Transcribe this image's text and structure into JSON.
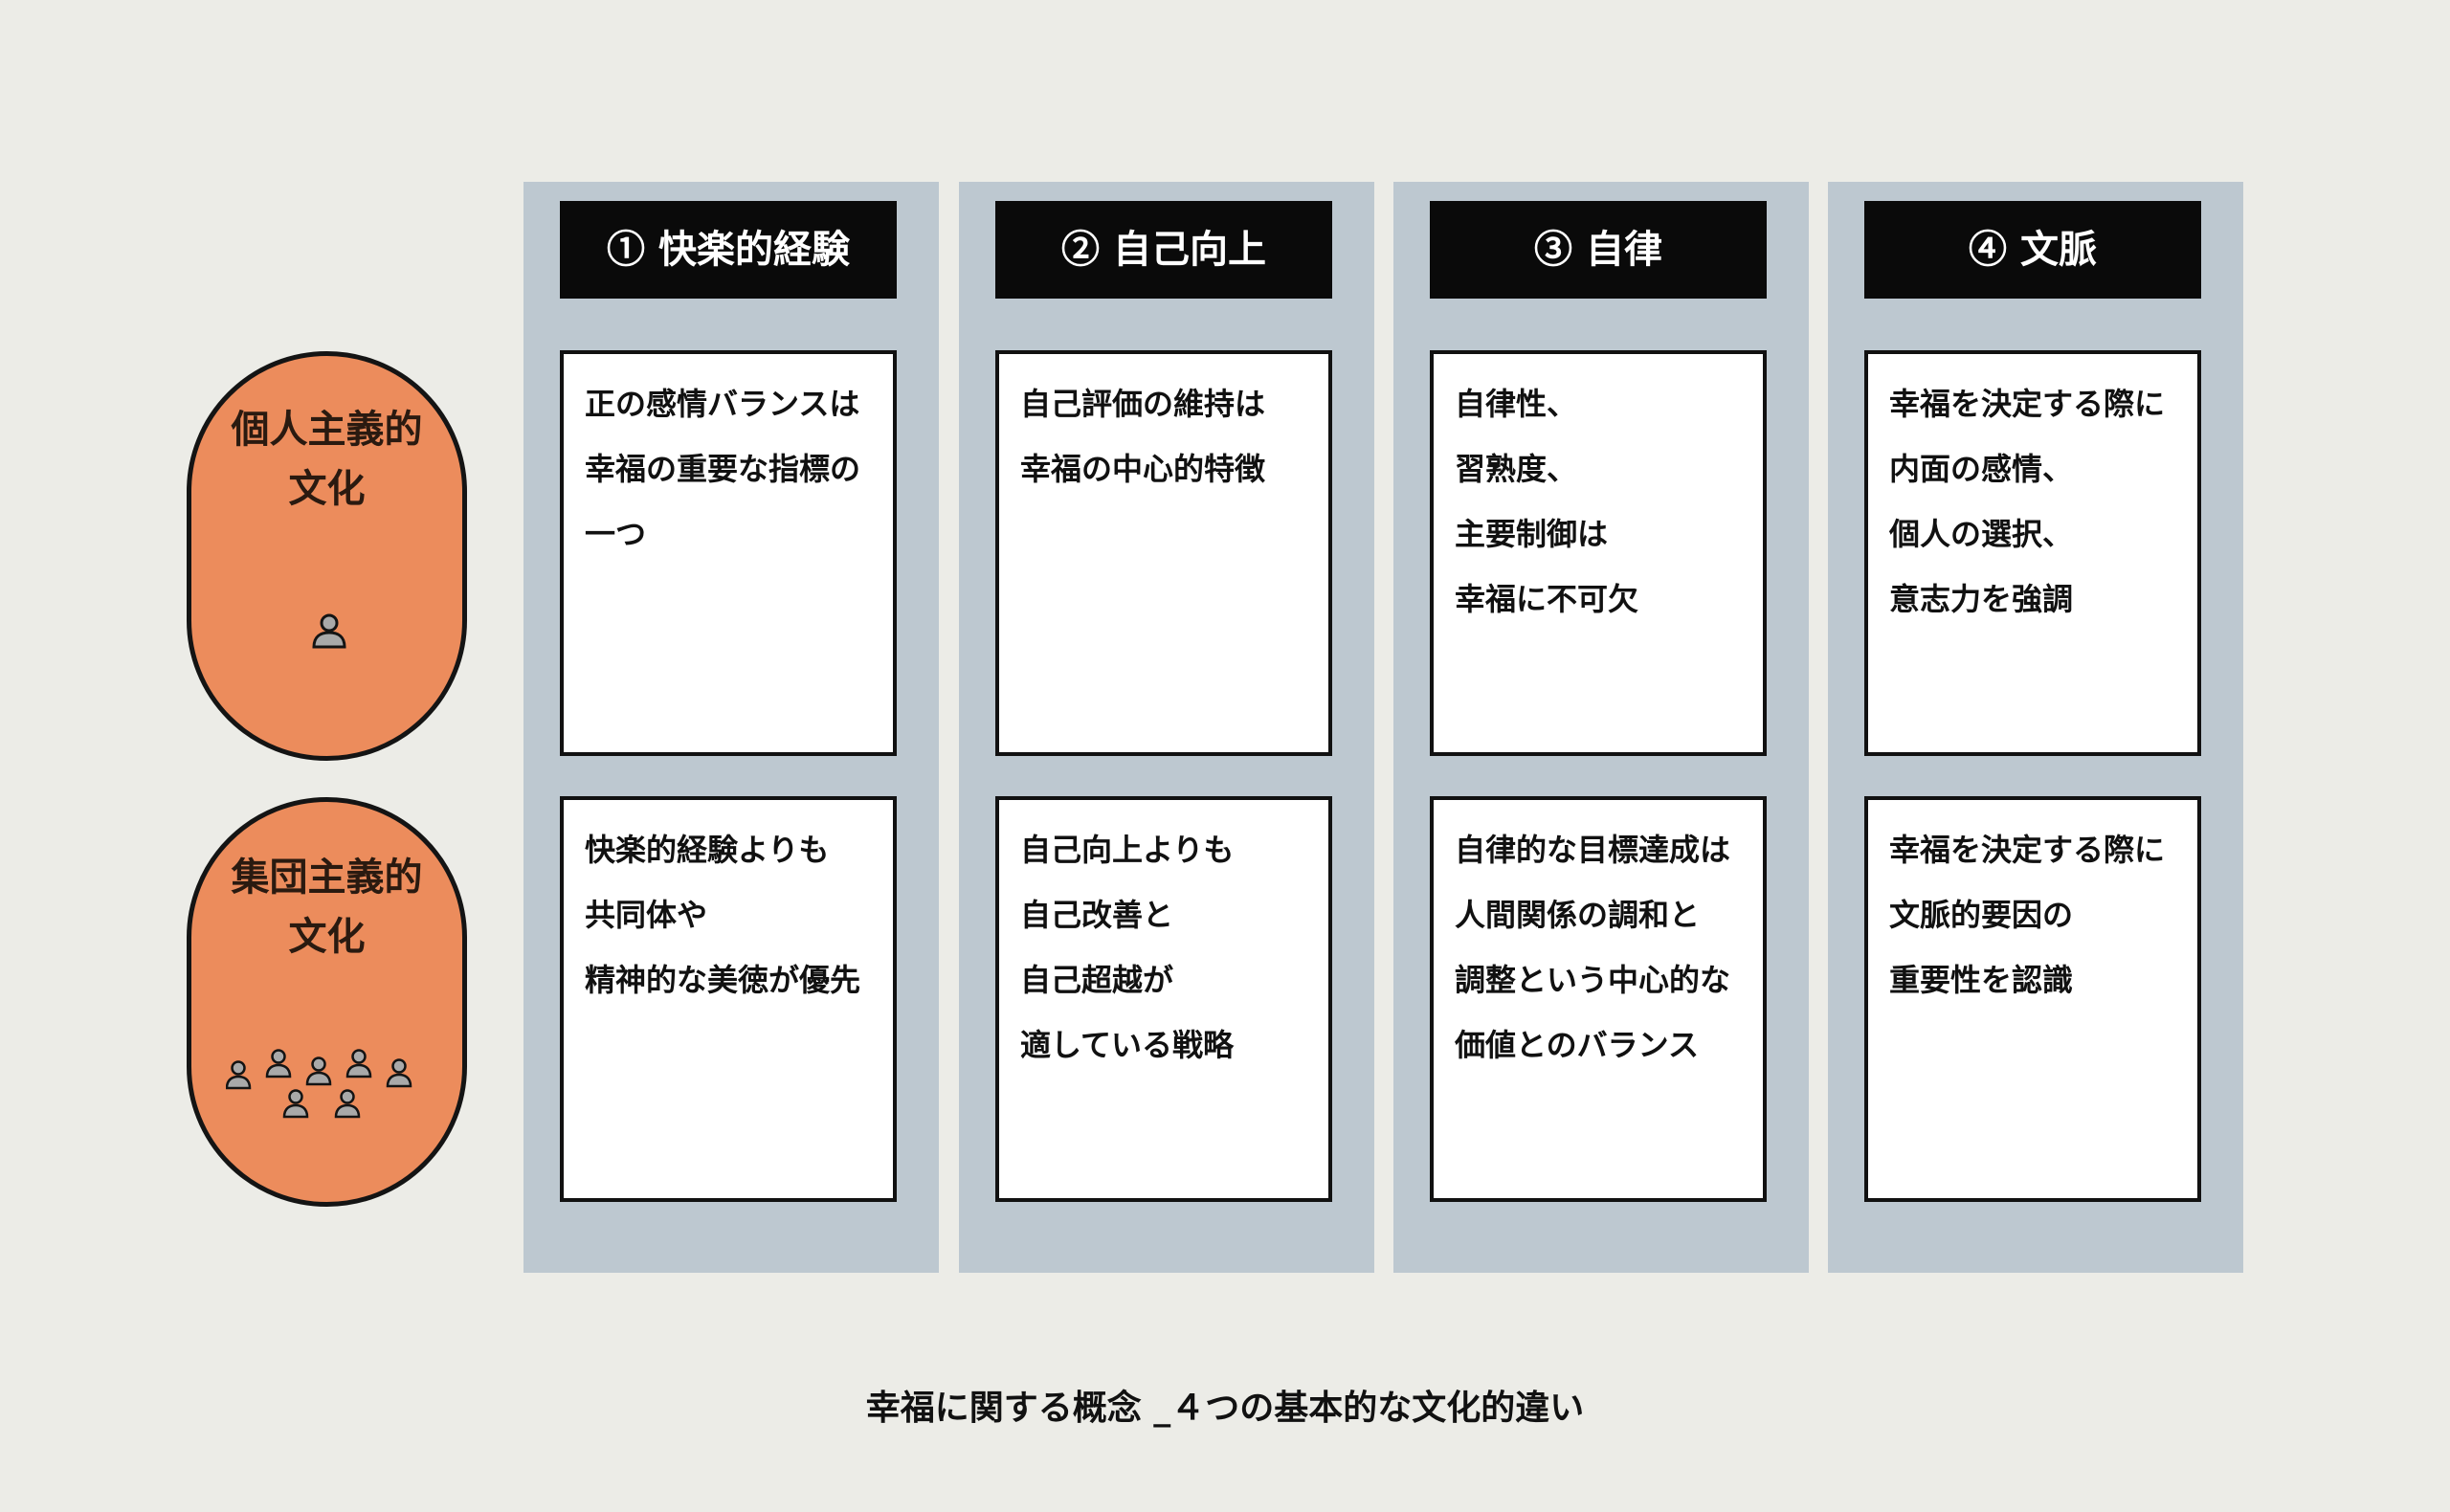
{
  "rows": [
    {
      "label": "個人主義的\n文化",
      "people_count": 1
    },
    {
      "label": "集団主義的\n文化",
      "people_count": 7
    }
  ],
  "columns": [
    {
      "header": "① 快楽的経験",
      "individualist": [
        "正の感情バランスは",
        "幸福の重要な指標の",
        "一つ"
      ],
      "collectivist": [
        "快楽的経験よりも",
        "共同体や",
        "精神的な美徳が優先"
      ]
    },
    {
      "header": "② 自己向上",
      "individualist": [
        "自己評価の維持は",
        "幸福の中心的特徴"
      ],
      "collectivist": [
        "自己向上よりも",
        "自己改善と",
        "自己超越が",
        "適している戦略"
      ]
    },
    {
      "header": "③ 自律",
      "individualist": [
        "自律性、",
        "習熟度、",
        "主要制御は",
        "幸福に不可欠"
      ],
      "collectivist": [
        "自律的な目標達成は",
        "人間関係の調和と",
        "調整という中心的な",
        "価値とのバランス"
      ]
    },
    {
      "header": "④ 文脈",
      "individualist": [
        "幸福を決定する際に",
        "内面の感情、",
        "個人の選択、",
        "意志力を強調"
      ],
      "collectivist": [
        "幸福を決定する際に",
        "文脈的要因の",
        "重要性を認識"
      ]
    }
  ],
  "footer_title": "幸福に関する概念 _４つの基本的な文化的違い",
  "colors": {
    "background": "#ecece7",
    "column_bg": "#bdc8d0",
    "header_bg": "#0a0a0a",
    "label_bg": "#ec8c5c",
    "person_icon": "#a9a9a9"
  },
  "icons": {
    "row_label": "person-icon"
  }
}
